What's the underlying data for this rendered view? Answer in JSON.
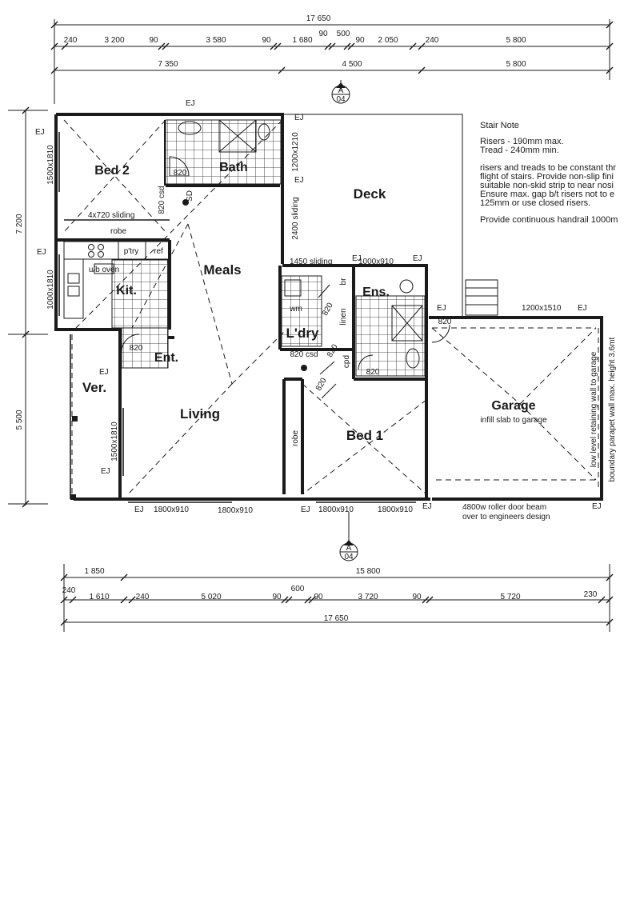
{
  "dims_top": {
    "overall": "17 650",
    "row1": [
      "240",
      "3 200",
      "90",
      "3 580",
      "90",
      "1 680",
      "90",
      "500",
      "90",
      "2 050",
      "240",
      "5 800"
    ],
    "row2": [
      "7 350",
      "4 500",
      "5 800"
    ]
  },
  "dims_bottom": {
    "row1": [
      "1 850",
      "15 800"
    ],
    "row2": [
      "240",
      "1 610",
      "240",
      "5 020",
      "90",
      "600",
      "90",
      "3 720",
      "90",
      "5 720",
      "230"
    ],
    "overall": "17 650"
  },
  "dims_left": {
    "upper": "7 200",
    "lower": "5 500"
  },
  "section_marker": {
    "letter": "A",
    "sheet": "04"
  },
  "rooms": {
    "bed2": "Bed 2",
    "bath": "Bath",
    "deck": "Deck",
    "meals": "Meals",
    "kit": "Kit.",
    "ens": "Ens.",
    "ldry": "L'dry",
    "ent": "Ent.",
    "ver": "Ver.",
    "living": "Living",
    "bed1": "Bed 1",
    "garage": "Garage"
  },
  "labels": {
    "ej": "EJ",
    "win_1500x1810": "1500x1810",
    "win_1200x1210": "1200x1210",
    "door_820": "820",
    "csd_820_a": "820 csd",
    "csd_820_b": "820 csd",
    "sliding_2400": "2400 sliding",
    "sliding_4x720": "4x720 sliding",
    "robe": "robe",
    "pantry": "p'try",
    "ref": "ref",
    "u_b_oven": "u/b oven",
    "win_1000x1810": "1000x1810",
    "sliding_1450": "1450 sliding",
    "win_1000x910": "1000x910",
    "br": "br",
    "linen": "linen",
    "wm": "wm",
    "cpd": "cpd",
    "win_1200x1510": "1200x1510",
    "infill": "infill slab to garage",
    "retaining": "low level retaining wall to garage",
    "parapet": "boundary parapet wall max. height 3.6mt",
    "win_1800x910": "1800x910",
    "roller_door_1": "4800w roller door beam",
    "roller_door_2": "over to engineers design",
    "sd": "SD"
  },
  "stair_note": {
    "title": "Stair Note",
    "lines": [
      "Risers - 190mm max.",
      "Tread - 240mm min.",
      "",
      "risers and treads to be constant thr",
      "flight of stairs. Provide non-slip fini",
      "suitable non-skid strip to near nosi",
      "Ensure max. gap b/t risers not to e",
      "125mm or use closed risers.",
      "",
      "Provide continuous handrail 1000m"
    ]
  }
}
